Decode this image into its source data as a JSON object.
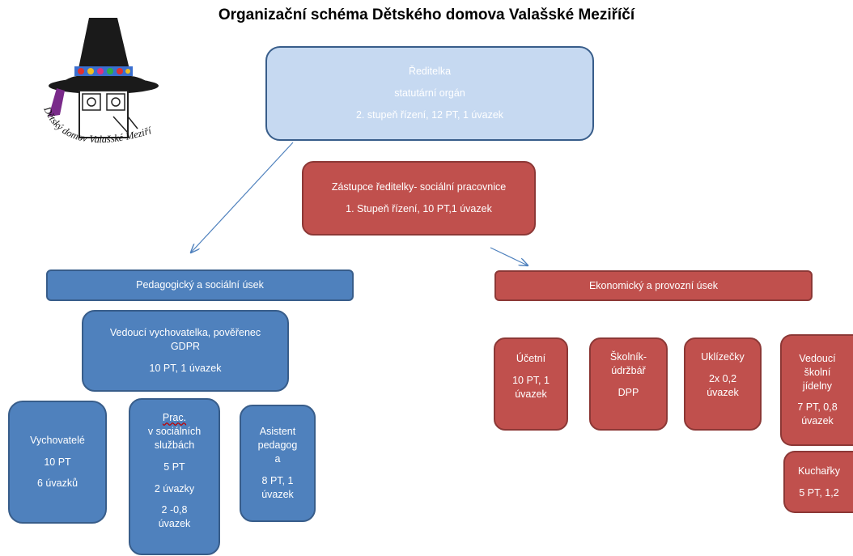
{
  "title": "Organizační schéma Dětského domova Valašské Meziříčí",
  "logo": {
    "text": "Dětský domov Valašské Meziříčí"
  },
  "director": {
    "line1": "Ředitelka",
    "line2": "statutární orgán",
    "line3": "2. stupeň řízení, 12 PT, 1 úvazek"
  },
  "deputy": {
    "line1": "Zástupce ředitelky- sociální pracovnice",
    "line2": "1.    Stupeň řízení, 10 PT,1 úvazek"
  },
  "ped_section": {
    "label": "Pedagogický a sociální úsek"
  },
  "eco_section": {
    "label": "Ekonomický a provozní úsek"
  },
  "head_educator": {
    "line1": "Vedoucí vychovatelka, pověřenec",
    "line2": "GDPR",
    "line3": "10 PT, 1 úvazek"
  },
  "educators": {
    "line1": "Vychovatelé",
    "line2": "10 PT",
    "line3": "6 úvazků"
  },
  "social_workers": {
    "line1": "Prac.",
    "line2": "v sociálních",
    "line3": "službách",
    "line4": "5 PT",
    "line5": "2 úvazky",
    "line6": "2 -0,8",
    "line7": "úvazek"
  },
  "assistant": {
    "line1": "Asistent",
    "line2": "pedagog",
    "line3": "a",
    "line4": "8 PT, 1",
    "line5": "úvazek"
  },
  "accountant": {
    "line1": "Účetní",
    "line2": "10 PT, 1",
    "line3": "úvazek"
  },
  "janitor": {
    "line1": "Školník-",
    "line2": "údržbář",
    "line3": "DPP"
  },
  "cleaners": {
    "line1": "Uklízečky",
    "line2": "2x 0,2",
    "line3": "úvazek"
  },
  "canteen_head": {
    "line1": "Vedoucí",
    "line2": "školní",
    "line3": "jídelny",
    "line4": "7 PT, 0,8",
    "line5": "úvazek"
  },
  "cooks": {
    "line1": "Kuchařky",
    "line2": "5 PT, 1,2"
  },
  "colors": {
    "blue": "#4f81bd",
    "light_blue": "#c6d9f1",
    "red": "#c0504d",
    "arrow": "#4f81bd"
  }
}
